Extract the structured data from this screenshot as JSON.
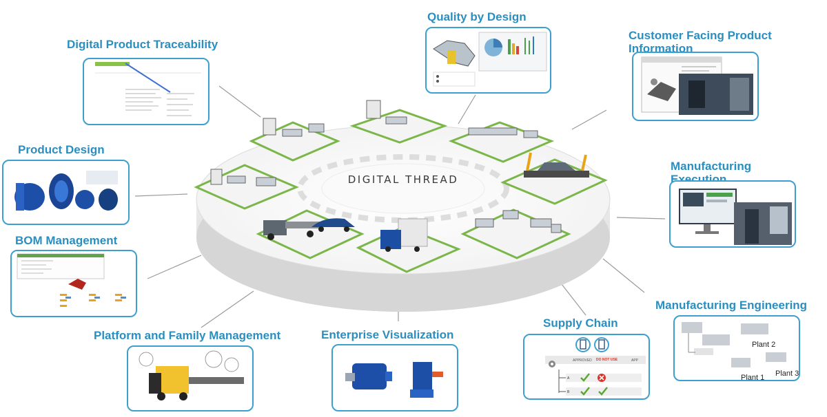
{
  "center": {
    "title": "DIGITAL THREAD"
  },
  "nodes": {
    "quality_by_design": "Quality by Design",
    "customer_facing": "Customer Facing Product\nInformation",
    "digital_traceability": "Digital Product Traceability",
    "product_design": "Product Design",
    "manufacturing_execution": "Manufacturing\nExecution",
    "bom_management": "BOM Management",
    "manufacturing_engineering": "Manufacturing Engineering",
    "platform_family": "Platform and Family Management",
    "enterprise_visualization": "Enterprise Visualization",
    "supply_chain": "Supply Chain"
  },
  "plants": {
    "plant1": "Plant 1",
    "plant2": "Plant 2",
    "plant3": "Plant 3"
  },
  "supply_chain_panel": {
    "approved": "APPROVED",
    "do_not_use": "DO NOT USE",
    "appr": "APP",
    "row_a": "A",
    "row_b": "B"
  },
  "colors": {
    "accent": "#2a8fc0",
    "box_border": "#3d9fd0",
    "platform_green": "#7ab648",
    "check_green": "#5aa832",
    "reject_red": "#d9342b"
  },
  "icons": [
    "phone-icon",
    "phone-icon",
    "gear-icon",
    "check-icon",
    "reject-icon"
  ]
}
